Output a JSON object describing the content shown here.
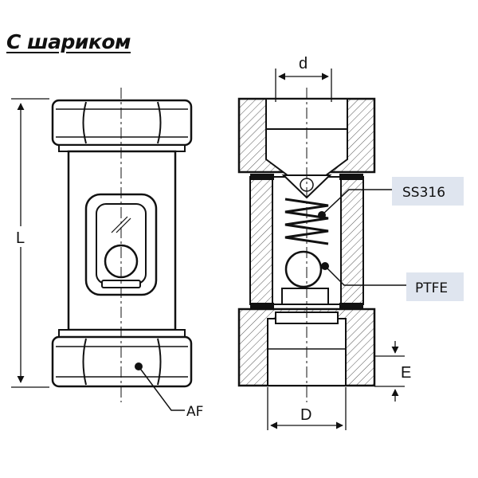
{
  "title": "С шариком",
  "dimensions": {
    "length": "L",
    "bore": "d",
    "outer": "D",
    "thread": "E",
    "across_flats": "AF"
  },
  "callouts": {
    "spring_material": "SS316",
    "ball_material": "PTFE"
  },
  "colors": {
    "ink": "#111111",
    "callout_box": "#dfe5ef",
    "hatch": "#555555"
  }
}
